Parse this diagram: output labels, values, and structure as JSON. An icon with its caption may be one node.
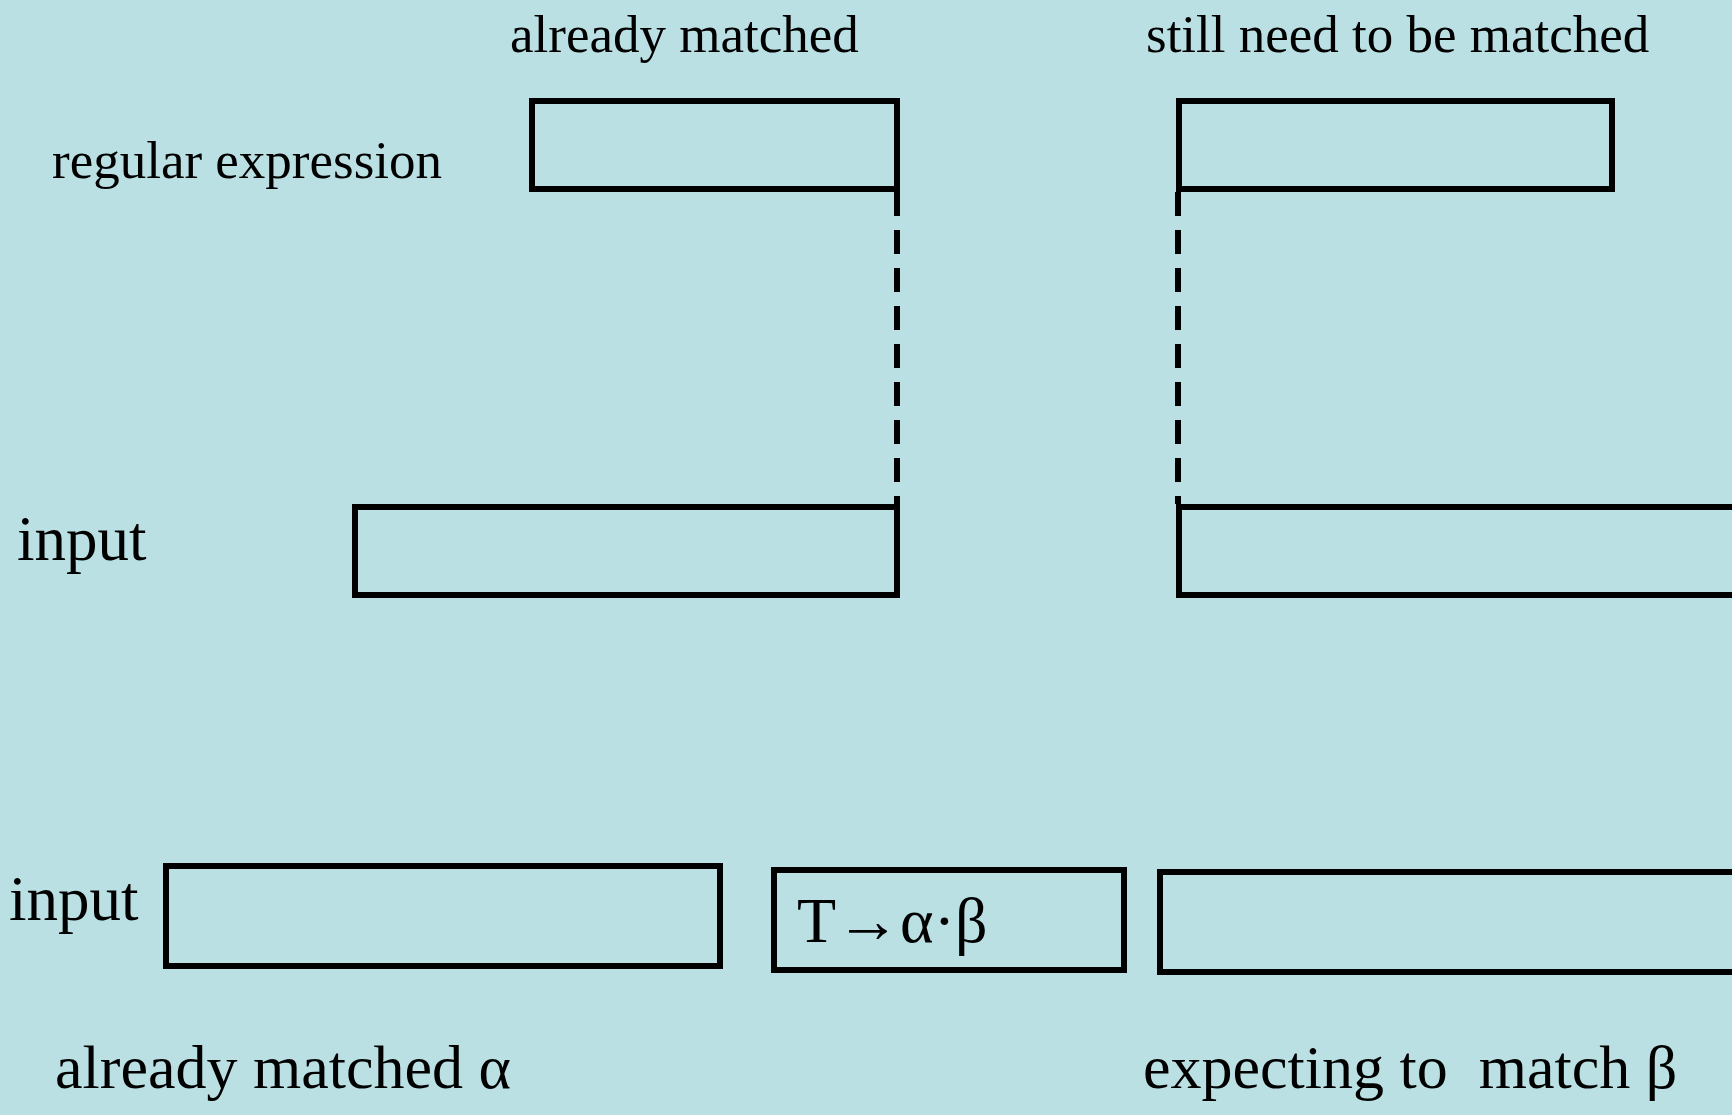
{
  "diagram": {
    "nodes": [
      {
        "text": [],
        "shape": "box"
      },
      {
        "text": [],
        "shape": "box"
      },
      {
        "text": [],
        "shape": "box"
      },
      {
        "text": [],
        "shape": "box"
      },
      {
        "text": [],
        "shape": "box"
      },
      {
        "text": [
          "T→α·β"
        ]
      },
      {
        "text": [],
        "shape": "box"
      }
    ],
    "edges": [
      {
        "from": 0,
        "to": 2,
        "arrow": "none",
        "style": "dashed"
      },
      {
        "from": 1,
        "to": 3,
        "arrow": "none",
        "style": "dashed"
      }
    ],
    "labels": [
      "already matched",
      "still need to be matched",
      "regular expression",
      "input",
      "input",
      "already matched α",
      "expecting to  match β"
    ]
  }
}
